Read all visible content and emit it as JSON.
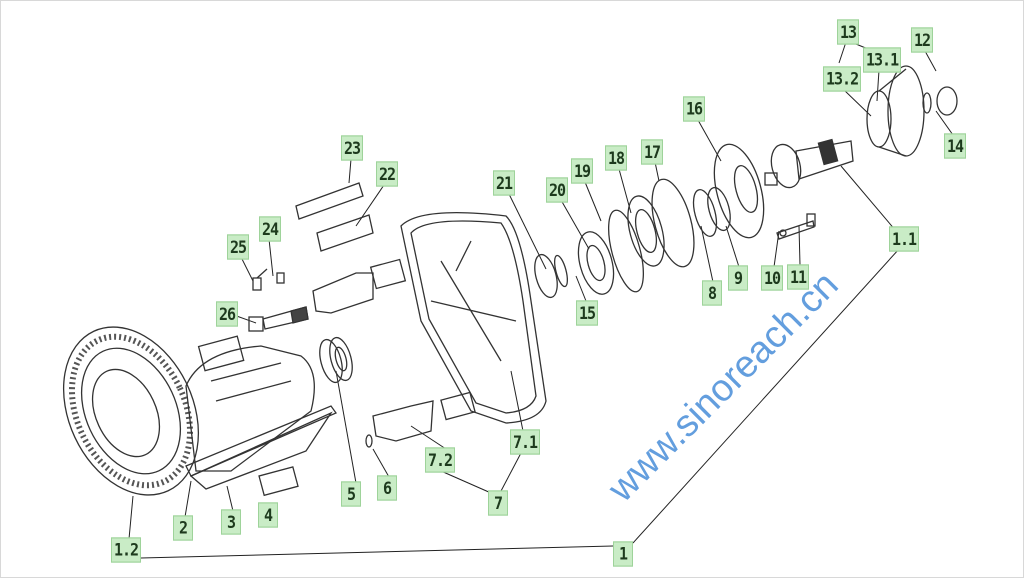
{
  "diagram": {
    "watermark": "www.sinoreach.cn",
    "labels": {
      "l1": "1",
      "l1_1": "1.1",
      "l1_2": "1.2",
      "l2": "2",
      "l3": "3",
      "l4": "4",
      "l5": "5",
      "l6": "6",
      "l7": "7",
      "l7_1": "7.1",
      "l7_2": "7.2",
      "l8": "8",
      "l9": "9",
      "l10": "10",
      "l11": "11",
      "l12": "12",
      "l13": "13",
      "l13_1": "13.1",
      "l13_2": "13.2",
      "l14": "14",
      "l15": "15",
      "l16": "16",
      "l17": "17",
      "l18": "18",
      "l19": "19",
      "l20": "20",
      "l21": "21",
      "l22": "22",
      "l23": "23",
      "l24": "24",
      "l25": "25",
      "l26": "26"
    },
    "colors": {
      "label_bg": "#c9ecc6",
      "label_border": "#9ed39a",
      "watermark": "#3d86d6",
      "line": "#333333"
    }
  }
}
